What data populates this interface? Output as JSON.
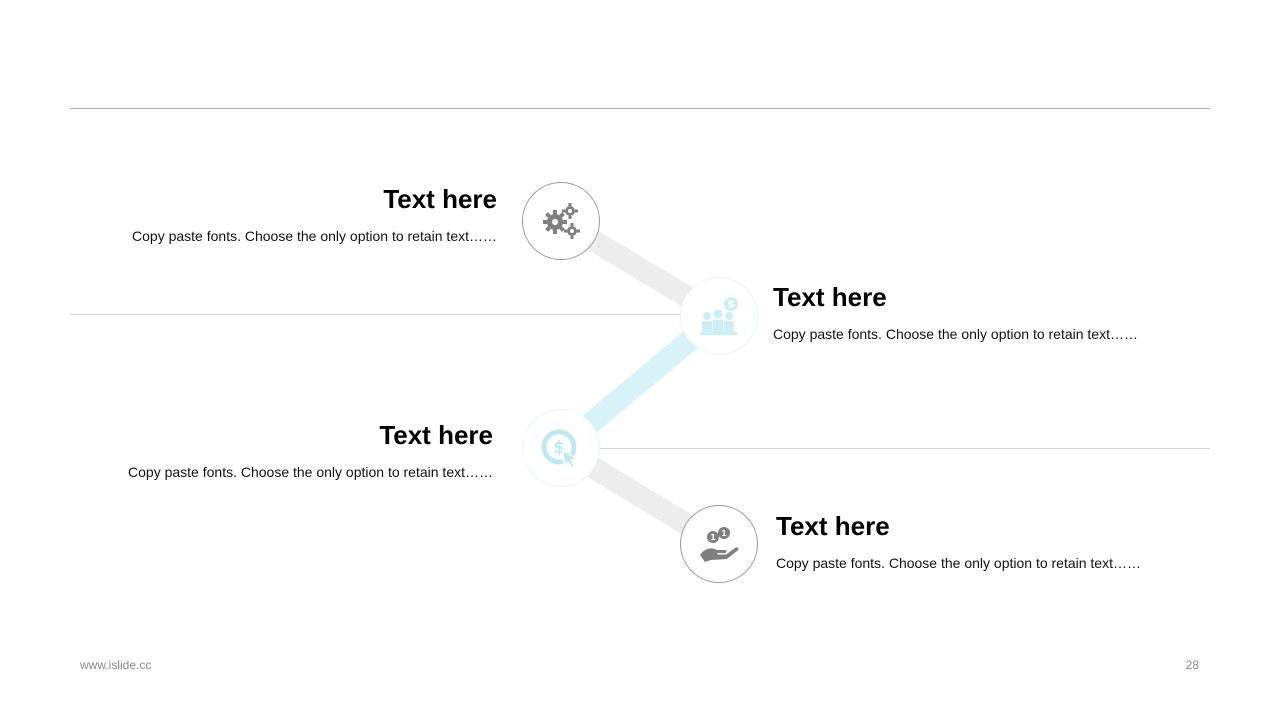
{
  "items": [
    {
      "title": "Text here",
      "desc": "Copy paste fonts. Choose the only option to retain text……",
      "icon": "gears-icon",
      "color": "#7f7f7f"
    },
    {
      "title": "Text here",
      "desc": "Copy paste fonts. Choose the only option to retain text……",
      "icon": "team-dollar-icon",
      "color": "#cdeff3"
    },
    {
      "title": "Text here",
      "desc": "Copy paste fonts. Choose the only option to retain text……",
      "icon": "dollar-click-icon",
      "color": "#bfe9ef"
    },
    {
      "title": "Text here",
      "desc": "Copy paste fonts. Choose the only option to retain text……",
      "icon": "hand-coins-icon",
      "color": "#7f7f7f"
    }
  ],
  "connectors": {
    "grey": "#ededed",
    "teal": "#d8f3f7"
  },
  "footer": {
    "site": "www.islide.cc",
    "page": "28"
  }
}
